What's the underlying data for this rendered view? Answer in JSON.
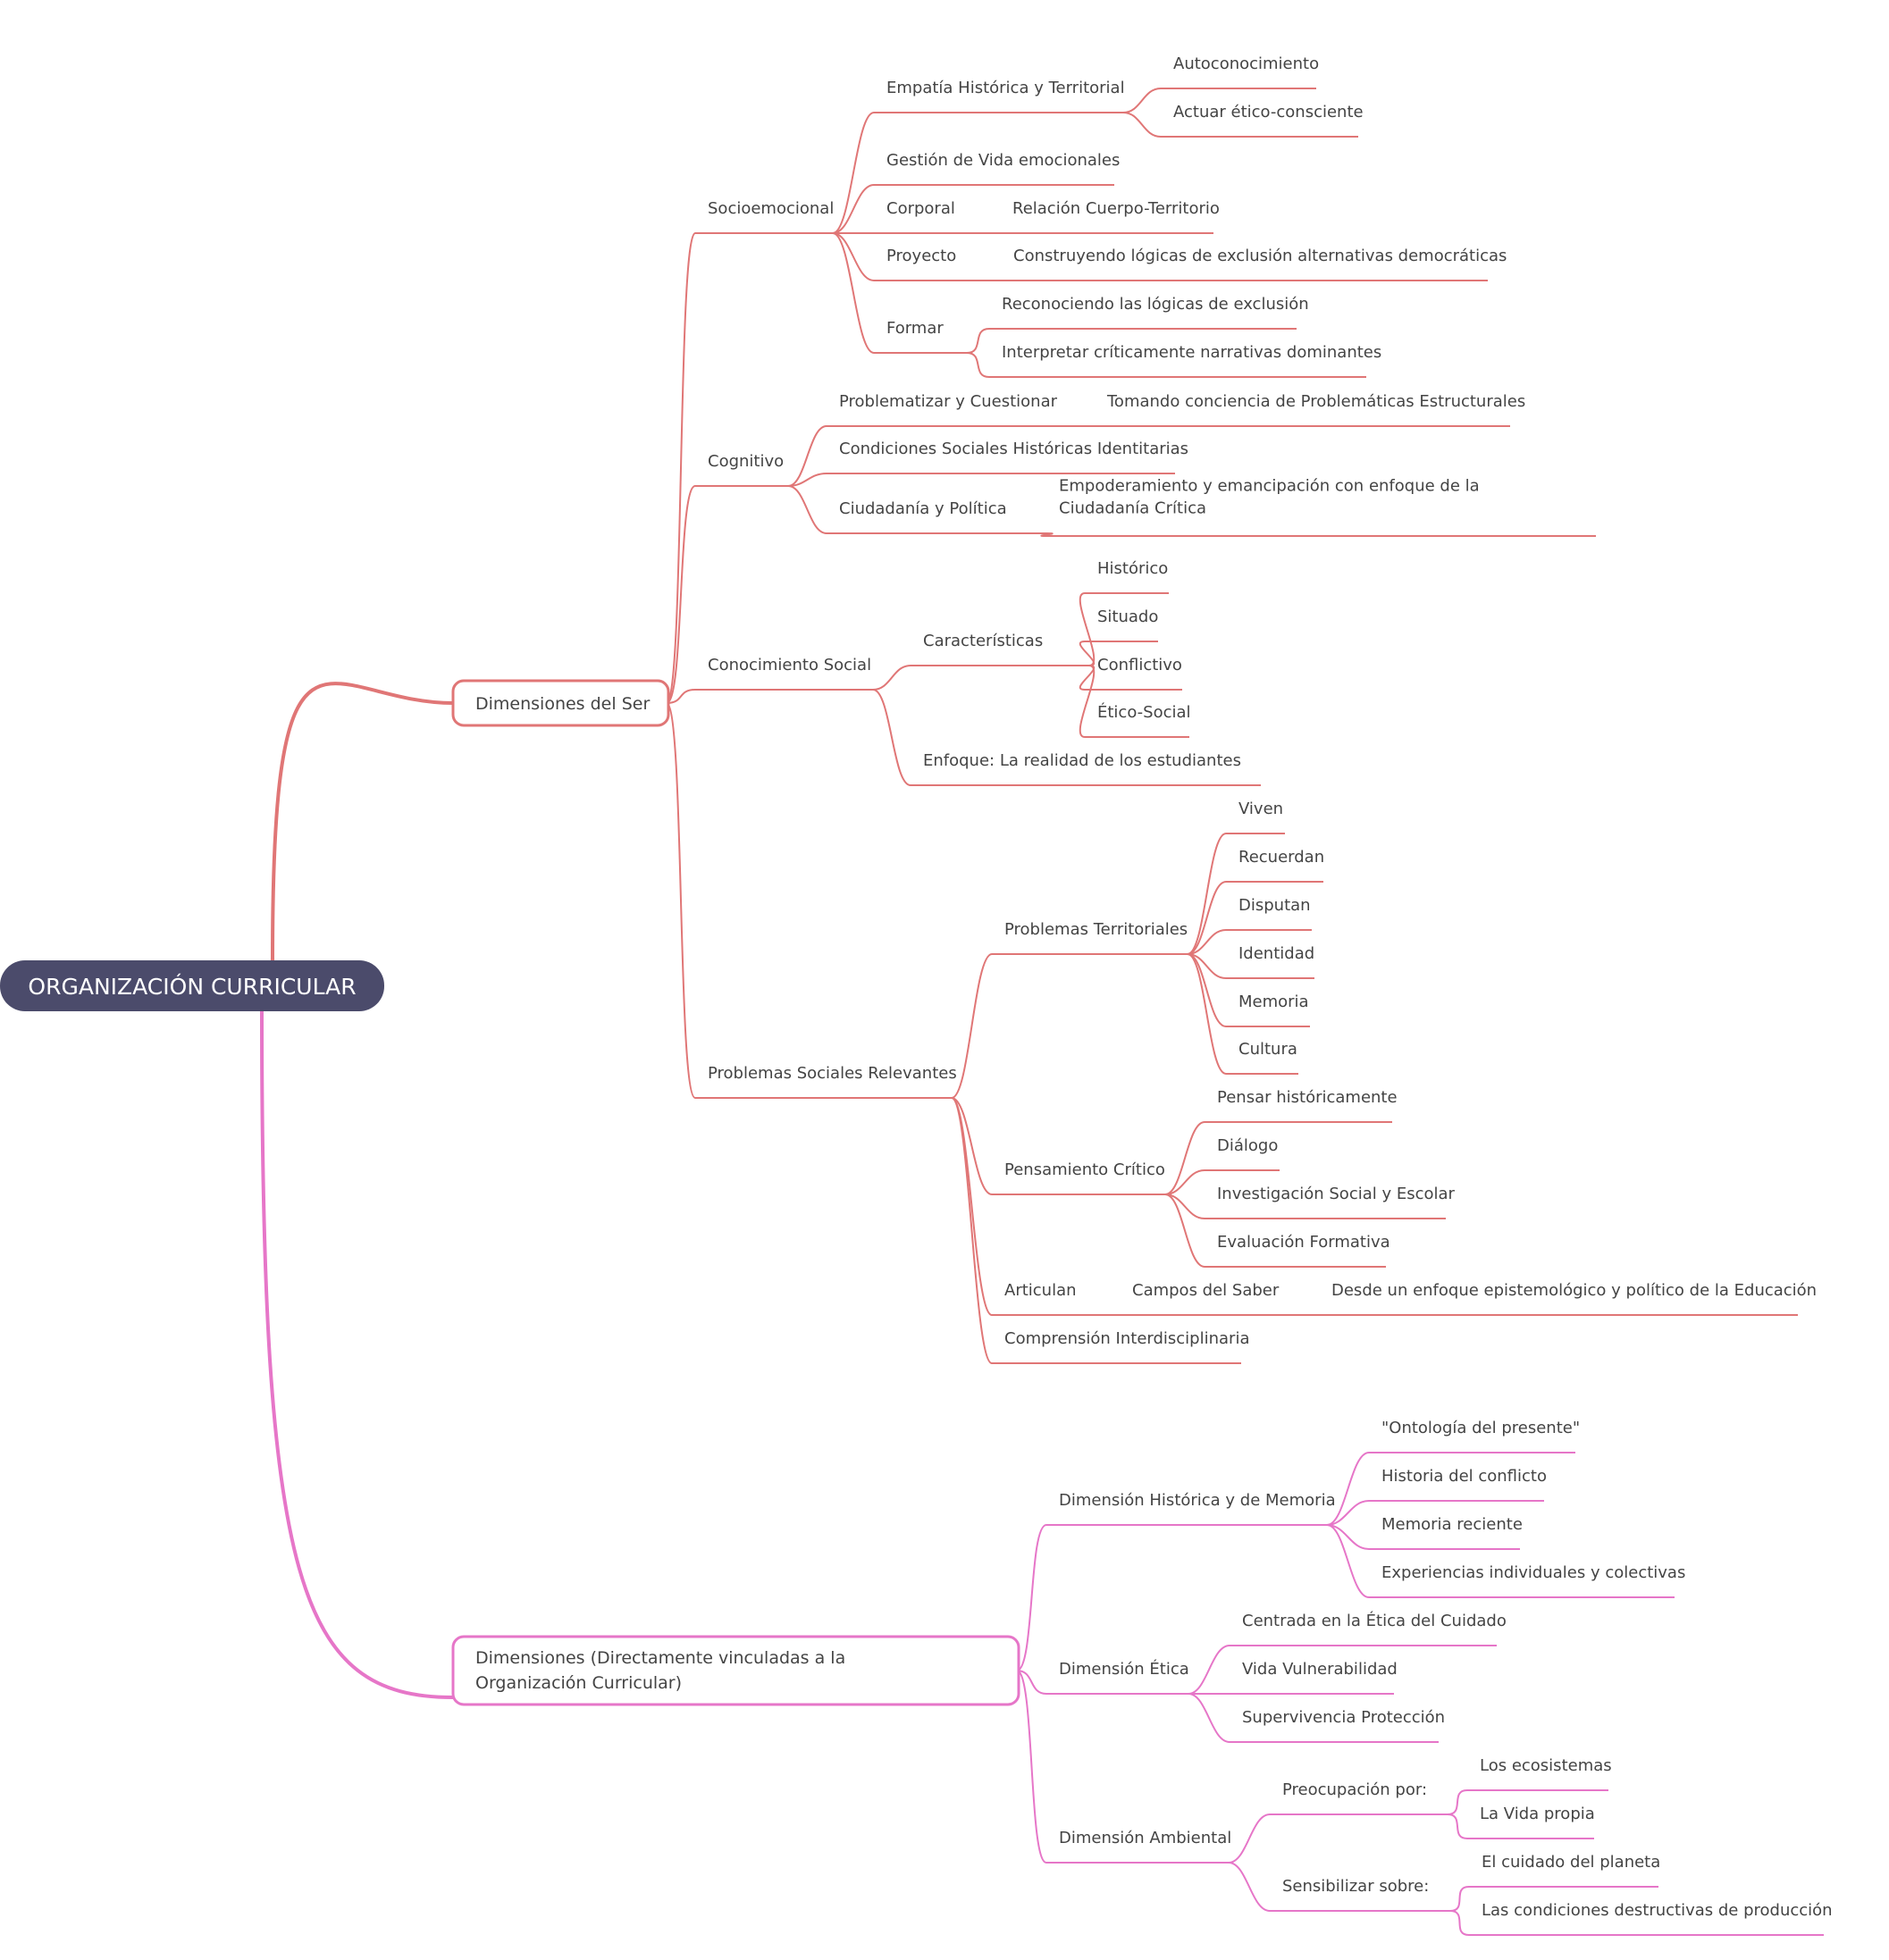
{
  "colors": {
    "dimensiones_ser": "#e07676",
    "dimensiones_org": "#e676c8",
    "root_fill": "#4b4b6b",
    "root_text": "#ffffff",
    "text": "#444444"
  },
  "root": {
    "label": "ORGANIZACIÓN CURRICULAR"
  },
  "branches": [
    {
      "label": "Dimensiones del Ser",
      "children": [
        {
          "label": "Socioemocional",
          "children": [
            {
              "label": "Empatía Histórica y Territorial",
              "children": [
                {
                  "label": "Autoconocimiento"
                },
                {
                  "label": "Actuar ético-consciente"
                }
              ]
            },
            {
              "label": "Gestión de Vida emocionales"
            },
            {
              "label": "Corporal",
              "children": [
                {
                  "label": "Relación Cuerpo-Territorio"
                }
              ]
            },
            {
              "label": "Proyecto",
              "children": [
                {
                  "label": "Construyendo lógicas de exclusión alternativas democráticas"
                }
              ]
            },
            {
              "label": "Formar",
              "children": [
                {
                  "label": "Reconociendo las lógicas de exclusión"
                },
                {
                  "label": "Interpretar críticamente narrativas dominantes"
                }
              ]
            }
          ]
        },
        {
          "label": "Cognitivo",
          "children": [
            {
              "label": "Problematizar y Cuestionar",
              "children": [
                {
                  "label": "Tomando conciencia de Problemáticas Estructurales"
                }
              ]
            },
            {
              "label": "Condiciones Sociales Históricas Identitarias"
            },
            {
              "label": "Ciudadanía y Política",
              "children": [
                {
                  "label": "Empoderamiento y emancipación con enfoque de la Ciudadanía Crítica"
                }
              ]
            }
          ]
        },
        {
          "label": "Conocimiento Social",
          "children": [
            {
              "label": "Características",
              "children": [
                {
                  "label": "Histórico"
                },
                {
                  "label": "Situado"
                },
                {
                  "label": "Conflictivo"
                },
                {
                  "label": "Ético-Social"
                }
              ]
            },
            {
              "label": "Enfoque: La realidad de los estudiantes"
            }
          ]
        },
        {
          "label": "Problemas Sociales Relevantes",
          "children": [
            {
              "label": "Problemas Territoriales",
              "children": [
                {
                  "label": "Viven"
                },
                {
                  "label": "Recuerdan"
                },
                {
                  "label": "Disputan"
                },
                {
                  "label": "Identidad"
                },
                {
                  "label": "Memoria"
                },
                {
                  "label": "Cultura"
                }
              ]
            },
            {
              "label": "Pensamiento Crítico",
              "children": [
                {
                  "label": "Pensar históricamente"
                },
                {
                  "label": "Diálogo"
                },
                {
                  "label": "Investigación Social y Escolar"
                },
                {
                  "label": "Evaluación Formativa"
                }
              ]
            },
            {
              "label": "Articulan",
              "children": [
                {
                  "label": "Campos del Saber",
                  "children": [
                    {
                      "label": "Desde un enfoque epistemológico y político de la Educación"
                    }
                  ]
                }
              ]
            },
            {
              "label": "Comprensión Interdisciplinaria"
            }
          ]
        }
      ]
    },
    {
      "label": "Dimensiones (Directamente vinculadas a la Organización Curricular)",
      "children": [
        {
          "label": "Dimensión Histórica y de Memoria",
          "children": [
            {
              "label": "\"Ontología del presente\""
            },
            {
              "label": "Historia del conflicto"
            },
            {
              "label": "Memoria reciente"
            },
            {
              "label": "Experiencias individuales y colectivas"
            }
          ]
        },
        {
          "label": "Dimensión Ética",
          "children": [
            {
              "label": "Centrada en la Ética del Cuidado"
            },
            {
              "label": "Vida Vulnerabilidad"
            },
            {
              "label": "Supervivencia Protección"
            }
          ]
        },
        {
          "label": "Dimensión Ambiental",
          "children": [
            {
              "label": "Preocupación por:",
              "children": [
                {
                  "label": "Los ecosistemas"
                },
                {
                  "label": "La Vida propia"
                }
              ]
            },
            {
              "label": "Sensibilizar sobre:",
              "children": [
                {
                  "label": "El cuidado del planeta"
                },
                {
                  "label": "Las condiciones destructivas de producción"
                }
              ]
            }
          ]
        }
      ]
    }
  ]
}
